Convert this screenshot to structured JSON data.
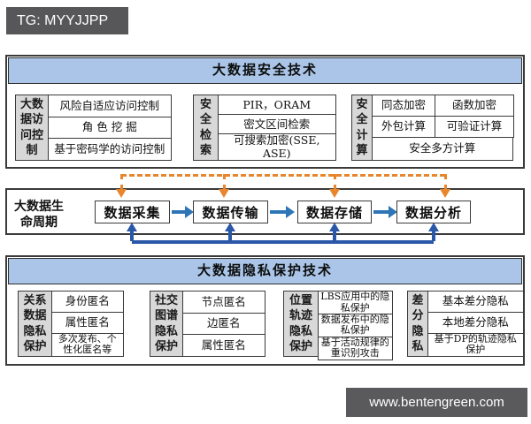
{
  "badge": {
    "text": "TG: MYYJJPP"
  },
  "watermark": {
    "text": "www.bentengreen.com"
  },
  "colors": {
    "title_bar_blue": "#aac5e8",
    "label_gray": "#d8d8d8",
    "orange_connector": "#e8862d",
    "stage_arrow_blue": "#2e75b6",
    "feedback_arrow_blue": "#2a57a8",
    "badge_bg": "#58585a",
    "border": "#3a3a3a"
  },
  "security": {
    "title": "大数据安全技术",
    "groups": [
      {
        "label": "大数据访问控制",
        "items": [
          "风险自适应访问控制",
          "角 色 挖 掘",
          "基于密码学的访问控制"
        ]
      },
      {
        "label": "安全检索",
        "items": [
          "PIR，ORAM",
          "密文区间检索",
          "可搜索加密(SSE, ASE)"
        ]
      },
      {
        "label": "安全计算",
        "rows": [
          [
            "同态加密",
            "函数加密"
          ],
          [
            "外包计算",
            "可验证计算"
          ],
          [
            "安全多方计算"
          ]
        ]
      }
    ]
  },
  "lifecycle": {
    "label": "大数据生命周期",
    "stages": [
      "数据采集",
      "数据传输",
      "数据存储",
      "数据分析"
    ]
  },
  "privacy": {
    "title": "大数据隐私保护技术",
    "groups": [
      {
        "label": "关系数据隐私保护",
        "items": [
          "身份匿名",
          "属性匿名",
          "多次发布、个性化匿名等"
        ]
      },
      {
        "label": "社交图谱隐私保护",
        "items": [
          "节点匿名",
          "边匿名",
          "属性匿名"
        ]
      },
      {
        "label": "位置轨迹隐私保护",
        "items": [
          "LBS应用中的隐私保护",
          "数据发布中的隐私保护",
          "基于活动规律的重识别攻击"
        ]
      },
      {
        "label": "差分隐私",
        "items": [
          "基本差分隐私",
          "本地差分隐私",
          "基于DP的轨迹隐私保护"
        ]
      }
    ]
  }
}
